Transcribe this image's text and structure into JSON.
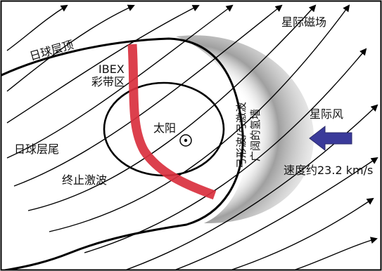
{
  "labels": {
    "heliopause": "日球层顶",
    "ibex_line1": "IBEX",
    "ibex_line2": "彩带区",
    "sun": "太阳",
    "heliotail": "日球层尾",
    "termination_shock": "终止激波",
    "interstellar_magnetic_field": "星际磁场",
    "bow_wave_line1": "弓形波/弓激波",
    "bow_wave_line2": "广阔的氢墙",
    "interstellar_wind": "星际风",
    "speed": "速度约23.2 km/s"
  },
  "colors": {
    "field_lines": "#000000",
    "ribbon": "#d9303e",
    "wind_arrow": "#3a3a9a",
    "hydrogen_wall": "#9a9a9a",
    "frame": "#000000"
  },
  "icons": {
    "sun": "sun-symbol-icon",
    "wind_direction": "left-arrow-icon"
  }
}
